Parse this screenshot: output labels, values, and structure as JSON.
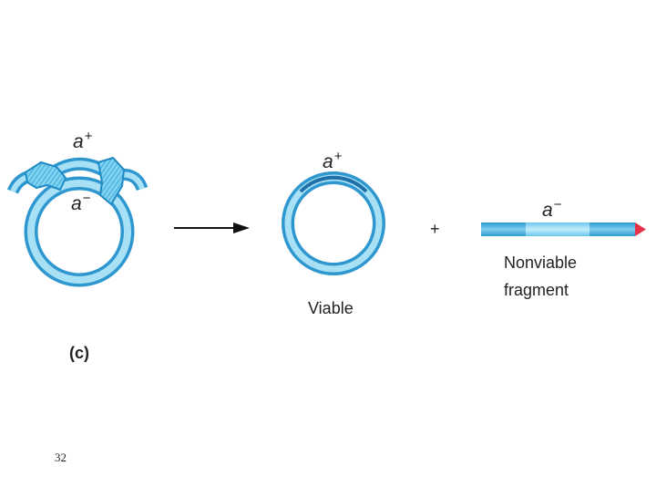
{
  "diagram": {
    "left_plasmid": {
      "top_label": {
        "allele": "a",
        "sign": "+"
      },
      "bottom_label": {
        "allele": "a",
        "sign": "−"
      }
    },
    "viable_plasmid": {
      "label": {
        "allele": "a",
        "sign": "+"
      },
      "caption": "Viable"
    },
    "plus_sign": "+",
    "fragment": {
      "label": {
        "allele": "a",
        "sign": "−"
      },
      "caption_line1": "Nonviable",
      "caption_line2": "fragment"
    },
    "panel_label": "(c)",
    "page_number": "32",
    "colors": {
      "dna_light": "#9fdcf3",
      "dna_mid": "#5cc4ea",
      "dna_dark": "#1f8bc4",
      "fragment_tip": "#e8324a"
    }
  }
}
